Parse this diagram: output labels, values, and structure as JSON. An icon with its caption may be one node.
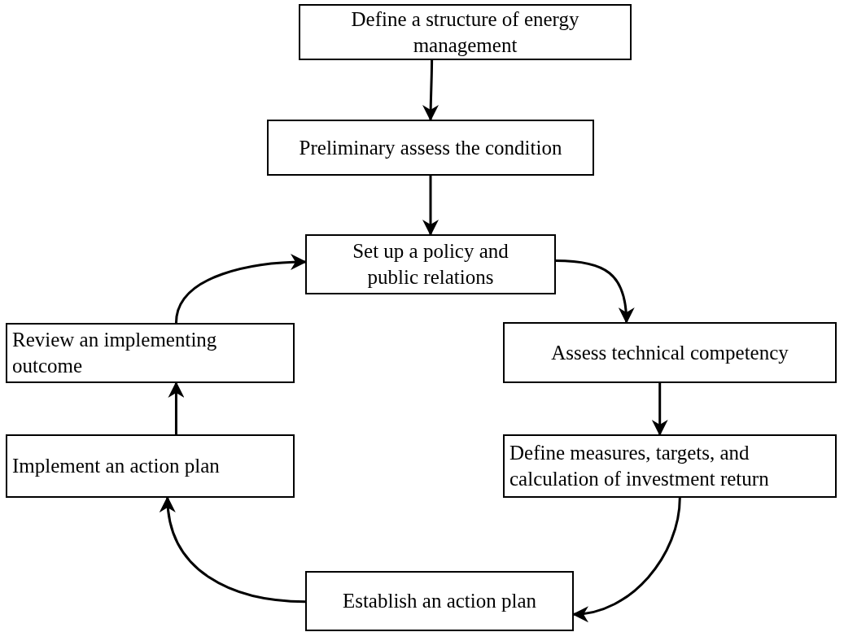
{
  "diagram": {
    "nodes": [
      {
        "text": [
          "Define a structure of energy management"
        ]
      },
      {
        "text": [
          "Preliminary assess the condition"
        ]
      },
      {
        "text": [
          "Set up a policy and public relations"
        ]
      },
      {
        "text": [
          "Review an implementing outcome"
        ]
      },
      {
        "text": [
          "Assess technical competency"
        ]
      },
      {
        "text": [
          "Implement an action plan"
        ]
      },
      {
        "text": [
          "Define measures, targets, and calculation of investment return"
        ]
      },
      {
        "text": [
          "Establish an action plan"
        ]
      }
    ],
    "edges": [
      {
        "from": 0,
        "to": 1,
        "arrow": "to"
      },
      {
        "from": 1,
        "to": 2,
        "arrow": "to"
      },
      {
        "from": 2,
        "to": 4,
        "arrow": "to"
      },
      {
        "from": 4,
        "to": 6,
        "arrow": "to"
      },
      {
        "from": 6,
        "to": 7,
        "arrow": "to"
      },
      {
        "from": 7,
        "to": 5,
        "arrow": "to"
      },
      {
        "from": 5,
        "to": 3,
        "arrow": "to"
      },
      {
        "from": 3,
        "to": 2,
        "arrow": "to"
      }
    ]
  }
}
